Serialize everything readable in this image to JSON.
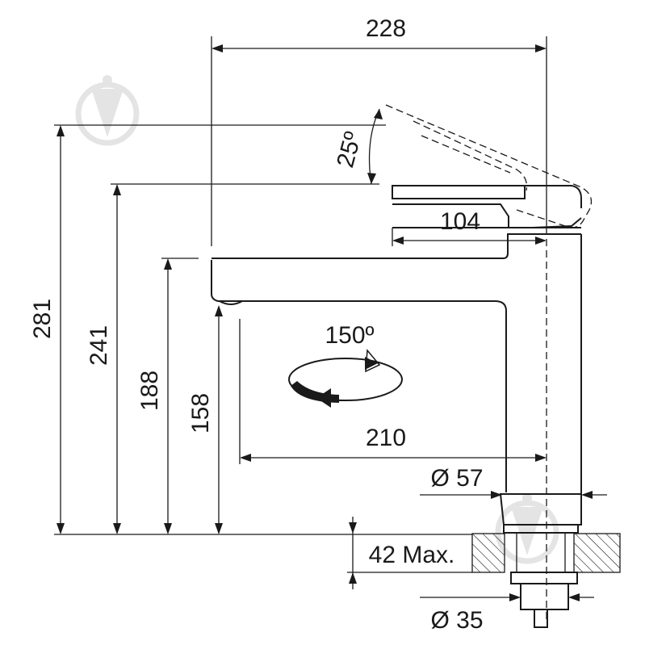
{
  "dimensions": {
    "width_total": "228",
    "height_total": "281",
    "height_spout_top": "241",
    "height_spout": "188",
    "height_outlet": "158",
    "handle_angle": "25º",
    "lever_length": "104",
    "rotation": "150º",
    "reach": "210",
    "base_diameter": "Ø 57",
    "max_counter_thickness": "42 Max.",
    "hole_diameter": "Ø 35"
  },
  "colors": {
    "line": "#1a1a1a",
    "watermark": "#e2e2e2",
    "hatch": "#1a1a1a"
  },
  "icons": [
    "watermark-logo-icon",
    "rotation-arrow-icon"
  ]
}
